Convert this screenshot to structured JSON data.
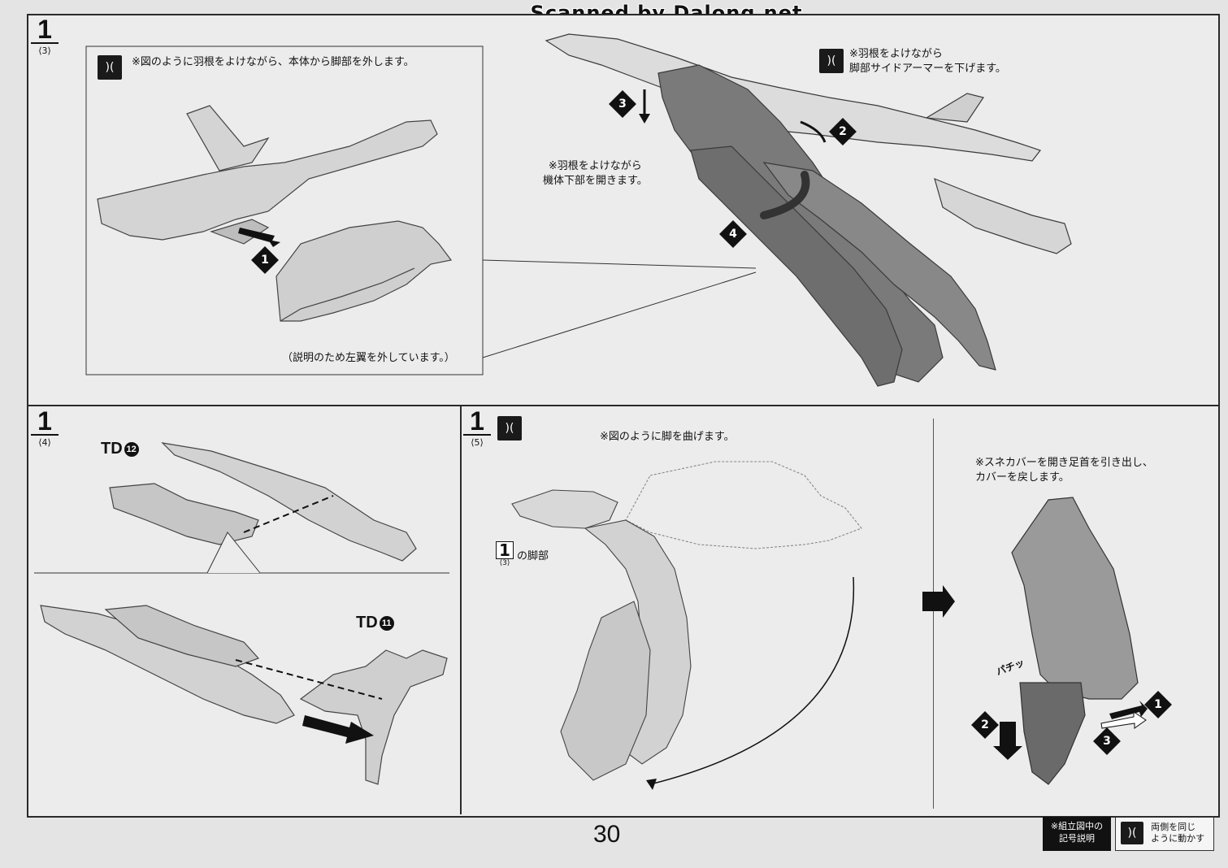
{
  "header": {
    "watermark": "Scanned by Dalong.net"
  },
  "panels": {
    "top": {
      "step_number": "1",
      "step_sub": "⟨3⟩",
      "note_main": "※図のように羽根をよけながら、本体から脚部を外します。",
      "note_right": "※羽根をよけながら\n脚部サイドアーマーを下げます。",
      "note_center": "※羽根をよけながら\n機体下部を開きます。",
      "caption": "（説明のため左翼を外しています。）",
      "markers": [
        "1",
        "2",
        "3",
        "4"
      ]
    },
    "bottom_left": {
      "step_number": "1",
      "step_sub": "⟨4⟩",
      "part_a": {
        "label": "TD",
        "num": "12"
      },
      "part_b": {
        "label": "TD",
        "num": "11"
      }
    },
    "bottom_right": {
      "step_number": "1",
      "step_sub": "⟨5⟩",
      "note_main": "※図のように脚を曲げます。",
      "ref_step_number": "1",
      "ref_step_sub": "⟨3⟩",
      "ref_label": "の脚部",
      "note_right": "※スネカバーを開き足首を引き出し、\nカバーを戻します。",
      "sound": "パチッ",
      "markers": [
        "1",
        "2",
        "3"
      ]
    }
  },
  "footer": {
    "page_number": "30",
    "legend_title": "※組立図中の\n記号説明",
    "legend_symbol_desc": "両側を同じ\nように動かす"
  }
}
